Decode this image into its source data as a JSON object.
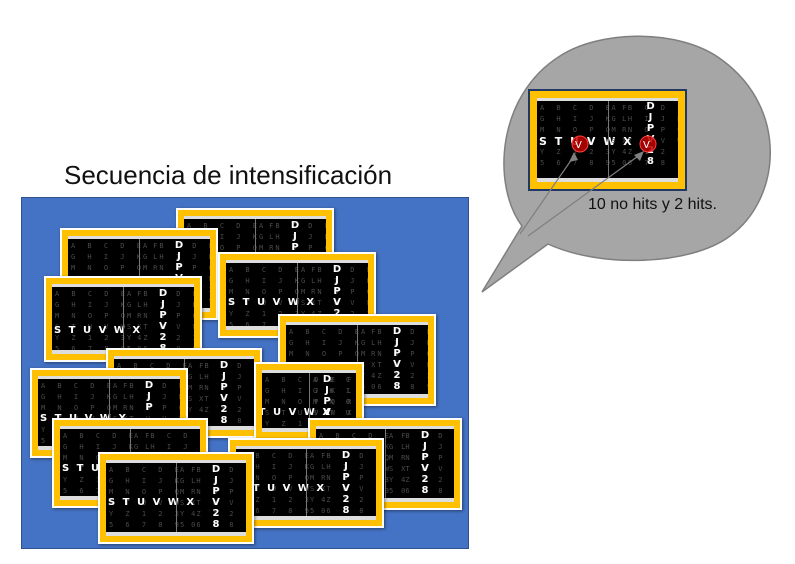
{
  "title": "Secuencia de intensificación",
  "callout_text": "10 no hits y 2 hits.",
  "colors": {
    "panel": "#4472c4",
    "card_frame": "#ffc000",
    "card_bg": "#000000",
    "bubble": "#a6a6a6",
    "hit_circle": "#c00000"
  },
  "matrix": {
    "grid_left": "A B C D E F\nG H I J K L\nM N O P Q R\nS T U V W X\nY Z 1 2 3 4\n5 6 7 8 9 0",
    "grid_right": "A B C D E F\nG H I J K L\nM N O P Q R\nS T U V W X\nY Z 1 2 3 4\n5 6 7 8 9 0",
    "row_flash": "S T U V W X",
    "col_flash": "D\nJ\nP\nV\n2\n8",
    "row_flash_short": "S T U",
    "col_flash_short": "D\nJ\nP"
  }
}
